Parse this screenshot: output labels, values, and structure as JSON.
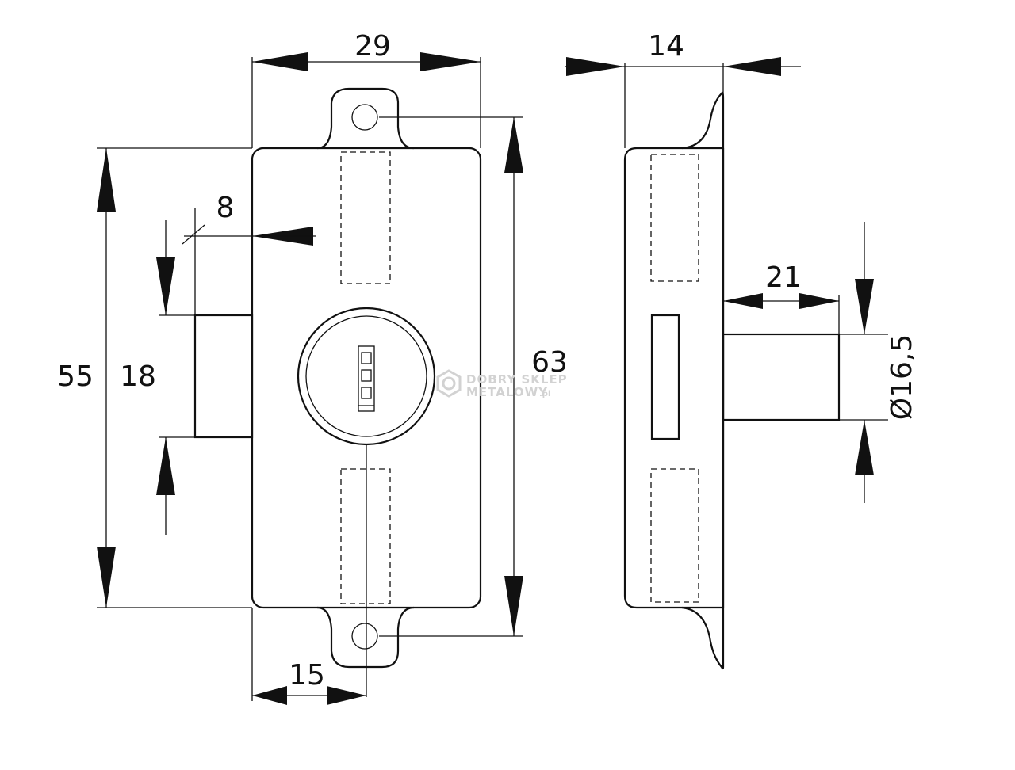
{
  "dimensions": {
    "width_front": "29",
    "depth_side": "14",
    "bolt_offset": "8",
    "bolt_height": "18",
    "body_height": "55",
    "overall_height": "63",
    "bolt_projection": "21",
    "bolt_diameter": "Ø16,5",
    "key_offset": "15"
  },
  "watermark": {
    "line1": "DOBRY SKLEP",
    "line2": "METALOWY",
    "suffix": ".pl"
  }
}
